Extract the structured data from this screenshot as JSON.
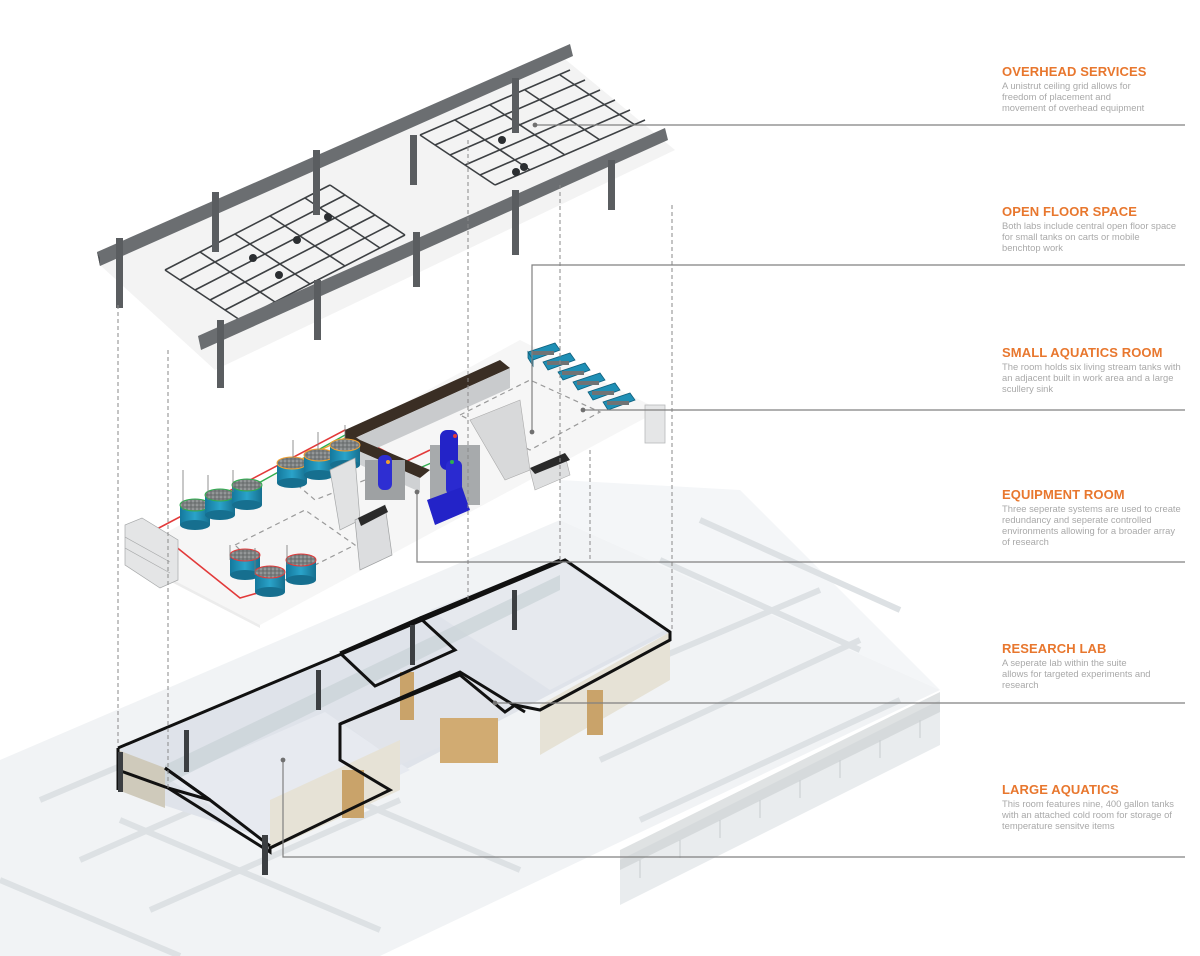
{
  "diagram": {
    "type": "exploded-axonometric",
    "layers": [
      "overhead-services",
      "equipment-layer",
      "floor-plan"
    ],
    "colors": {
      "accent": "#e8772e",
      "body_text": "#a9a9a9",
      "leader_line": "#808080",
      "structure": "#5a5d60",
      "tank_blue": "#1f8fb5",
      "equipment_blue": "#2323c8",
      "pipe_red": "#e23a3a",
      "pipe_green": "#2fae4f",
      "pipe_orange": "#f0a030",
      "wall_black": "#111111",
      "wood": "#c9a36a"
    }
  },
  "callouts": [
    {
      "title": "OVERHEAD SERVICES",
      "body": "A unistrut ceiling grid allows for freedom of placement and movement of overhead equipment"
    },
    {
      "title": "OPEN FLOOR SPACE",
      "body": "Both labs include central open floor space for small tanks on carts or mobile benchtop work"
    },
    {
      "title": "SMALL AQUATICS ROOM",
      "body": "The room holds six living stream tanks with an adjacent built in work area and a large scullery sink"
    },
    {
      "title": "EQUIPMENT ROOM",
      "body": "Three seperate systems are used to create redundancy and seperate controlled environments allowing for a broader array of research"
    },
    {
      "title": "RESEARCH LAB",
      "body": "A seperate lab within the suite allows for targeted experiments and research"
    },
    {
      "title": "LARGE AQUATICS",
      "body": "This room features nine, 400 gallon tanks with an attached cold room for storage of temperature sensitve items"
    }
  ]
}
